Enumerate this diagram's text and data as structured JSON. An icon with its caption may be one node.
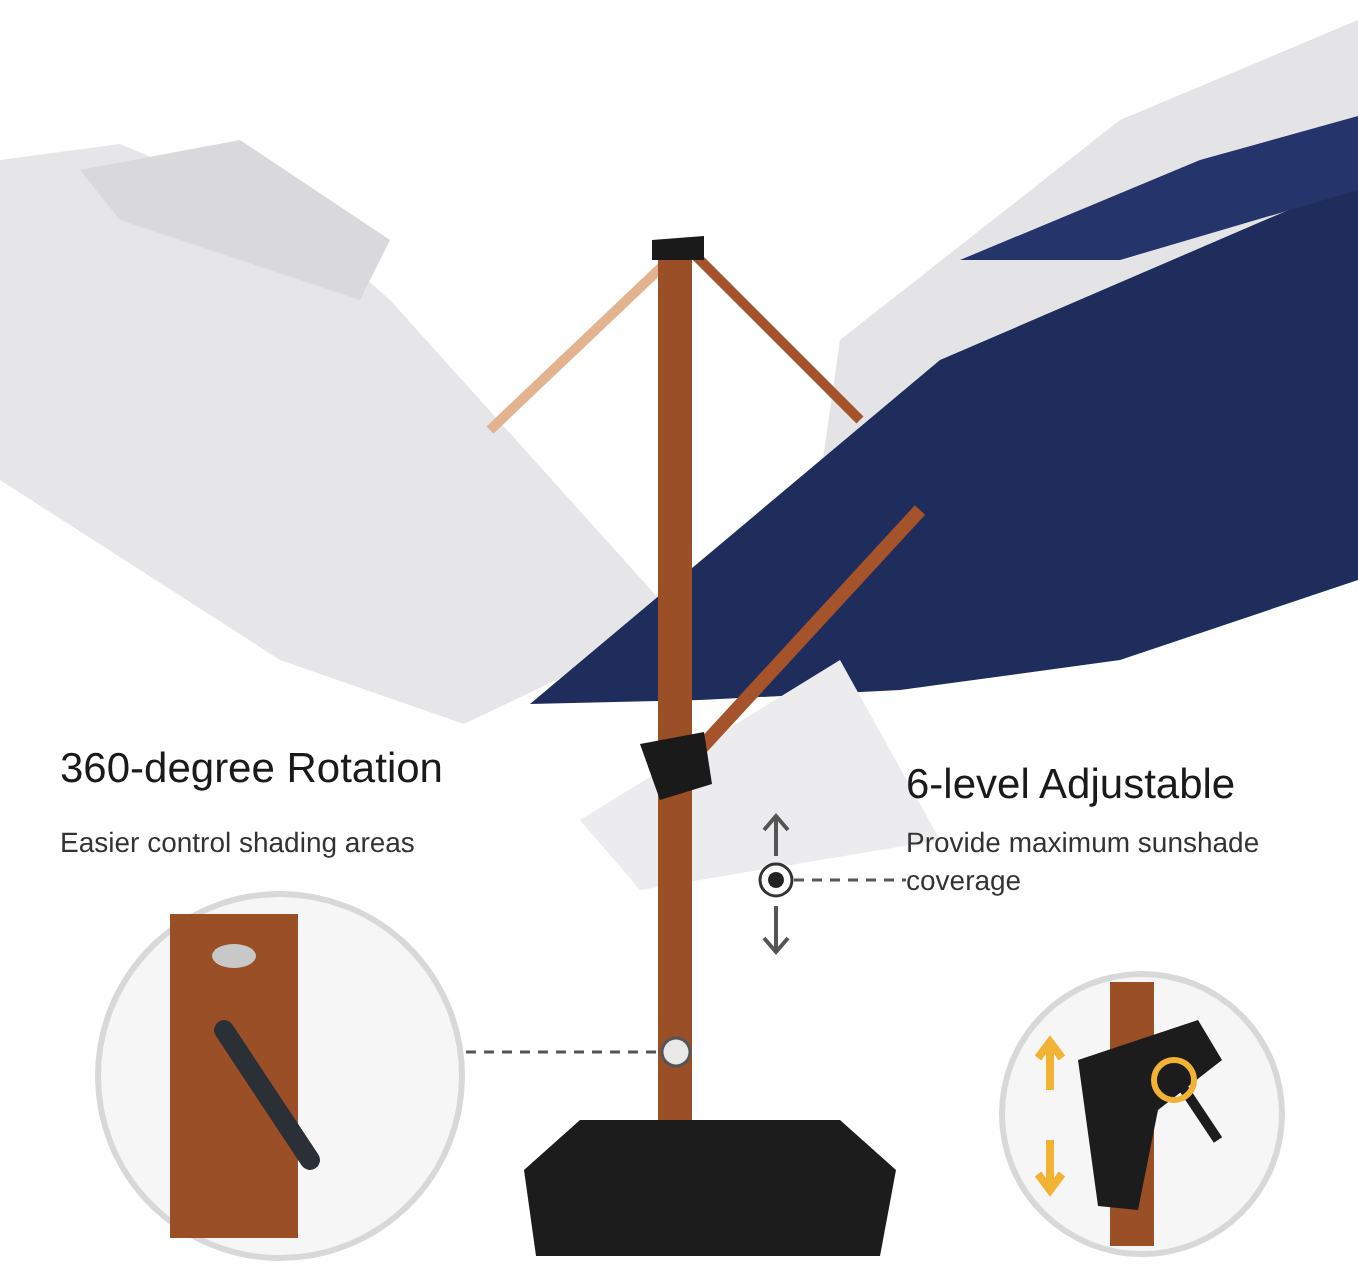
{
  "diagram": {
    "nodes": [
      {
        "text": [],
        "shape": "picture"
      },
      {
        "text": [],
        "shape": "circle"
      },
      {
        "text": [],
        "shape": "circle"
      },
      {
        "text": [
          "6-level Adjustable",
          "Provide maximum sunshade coverage"
        ]
      },
      {
        "text": [],
        "shape": "picture"
      }
    ],
    "edges": [
      {
        "from": 0,
        "to": 1,
        "arrow": "none",
        "style": "dashed"
      },
      {
        "from": 2,
        "to": 3,
        "arrow": "none",
        "style": "dashed"
      }
    ],
    "labels": [
      "360-degree Rotation",
      "Easier control shading areas"
    ]
  }
}
